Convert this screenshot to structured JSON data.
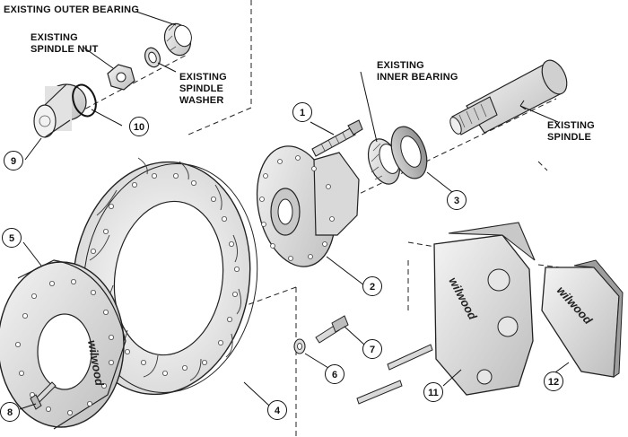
{
  "labels": {
    "outer_bearing": "EXISTING OUTER BEARING",
    "spindle_nut": [
      "EXISTING",
      "SPINDLE NUT"
    ],
    "spindle_washer": [
      "EXISTING",
      "SPINDLE",
      "WASHER"
    ],
    "inner_bearing": [
      "EXISTING",
      "INNER BEARING"
    ],
    "spindle": [
      "EXISTING",
      "SPINDLE"
    ]
  },
  "callouts": [
    "1",
    "2",
    "3",
    "4",
    "5",
    "6",
    "7",
    "8",
    "9",
    "10",
    "11",
    "12"
  ],
  "brand": "wilwood"
}
